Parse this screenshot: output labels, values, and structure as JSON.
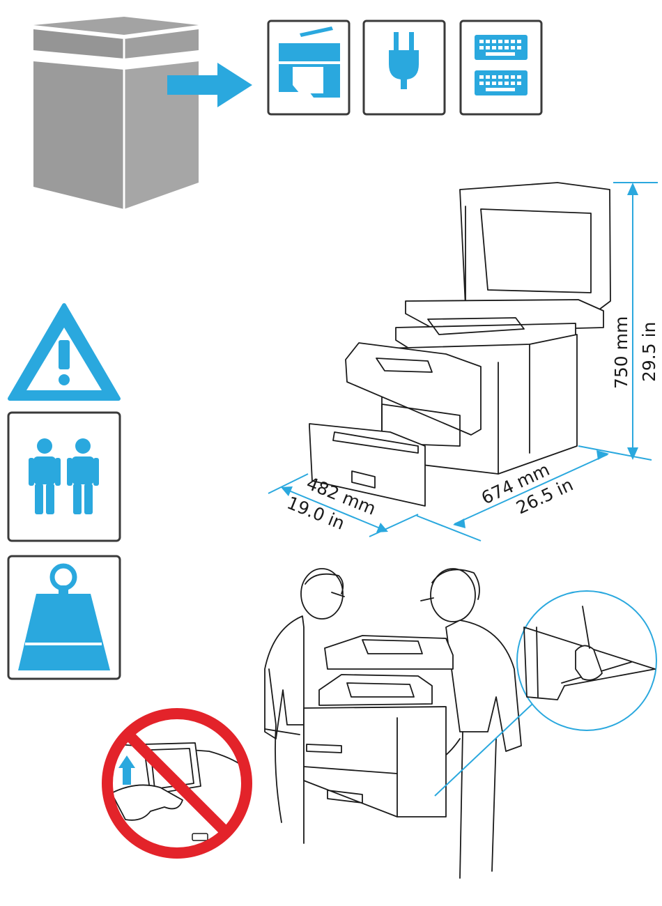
{
  "colors": {
    "accent": "#2aa8de",
    "box_gray": "#9b9b9b",
    "prohibit_red": "#e3232a",
    "frame": "#3a3a3a"
  },
  "icons": {
    "box": "shipping-box-icon",
    "arrow": "unpack-arrow-icon",
    "contents": [
      "printer-unit-icon",
      "power-plug-icon",
      "keyboard-overlay-icon"
    ],
    "warning": "warning-triangle-icon",
    "people": "two-person-lift-icon",
    "weight": "heavy-weight-icon",
    "prohibit": "no-lift-by-control-panel-icon"
  },
  "dimensions": {
    "height_mm": "750 mm",
    "height_in": "29.5 in",
    "width_mm": "482 mm",
    "width_in": "19.0 in",
    "depth_mm": "674 mm",
    "depth_in": "26.5 in"
  }
}
